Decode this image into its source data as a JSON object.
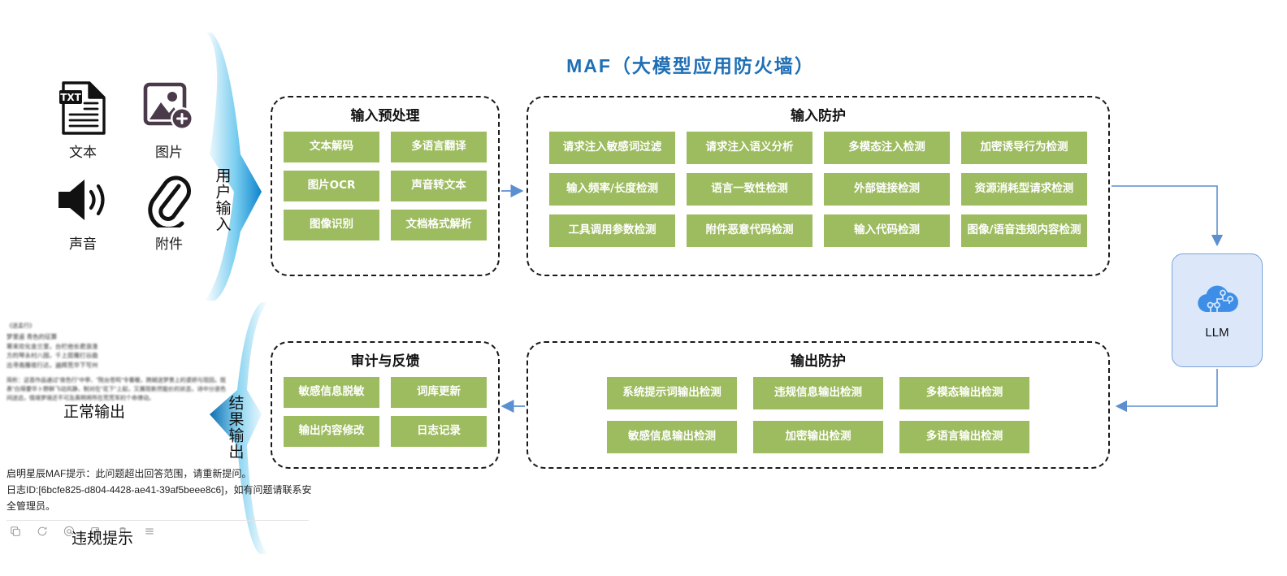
{
  "title": "MAF（大模型应用防火墙）",
  "sources": {
    "items": [
      {
        "label": "文本",
        "icon": "txt-document-icon"
      },
      {
        "label": "图片",
        "icon": "image-add-icon"
      },
      {
        "label": "声音",
        "icon": "speaker-sound-icon"
      },
      {
        "label": "附件",
        "icon": "paperclip-attachment-icon"
      }
    ]
  },
  "arrows": {
    "input_label": "用户输入",
    "output_label": "结果输出"
  },
  "panels": {
    "preprocess": {
      "title": "输入预处理",
      "chips": [
        "文本解码",
        "多语言翻译",
        "图片OCR",
        "声音转文本",
        "图像识别",
        "文档格式解析"
      ]
    },
    "input_protection": {
      "title": "输入防护",
      "chips": [
        "请求注入敏感词过滤",
        "请求注入语义分析",
        "多模态注入检测",
        "加密诱导行为检测",
        "输入频率/长度检测",
        "语言一致性检测",
        "外部链接检测",
        "资源消耗型请求检测",
        "工具调用参数检测",
        "附件恶意代码检测",
        "输入代码检测",
        "图像/语音违规内容检测"
      ]
    },
    "audit": {
      "title": "审计与反馈",
      "chips": [
        "敏感信息脱敏",
        "词库更新",
        "输出内容修改",
        "日志记录"
      ]
    },
    "output_protection": {
      "title": "输出防护",
      "chips": [
        "系统提示词输出检测",
        "违规信息输出检测",
        "多模态输出检测",
        "敏感信息输出检测",
        "加密输出检测",
        "多语言输出检测"
      ]
    }
  },
  "llm": {
    "label": "LLM",
    "icon": "cloud-circuit-icon"
  },
  "normal_output": {
    "caption": "正常输出",
    "doc_title": "《送孟行》",
    "doc_lines": [
      "梦里遥  青色的征算",
      "寒来欢化金兰里，台栏他长君浪淮",
      "方的琴永村八园，千上层雁打谷曲",
      "出寻南雁收行达，遍辉荒华下写州"
    ],
    "doc_note": "简析：这首作品通过\"夜色行\"中寧、\"院台苍鸣\"令春暖，跨越送梦景上的婆娇与现回。既表\"白得要华卜野鲜飞动风静，制对在\"花下\"上起，又展现新然能价的状态，诗中分道色间送远，情境梦境还不可及真明将所在荒荒军的个命律动。"
  },
  "violation": {
    "caption": "违规提示",
    "line1": "启明星辰MAF提示：此问题超出回答范围，请重新提问。",
    "line2": "日志ID:[6bcfe825-d804-4428-ae41-39af5beee8c6]，如有问题请联系安全管理员。",
    "toolbar_icons": [
      "copy-icon",
      "refresh-icon",
      "at-mention-icon",
      "image-export-icon",
      "trash-icon",
      "menu-icon"
    ]
  },
  "colors": {
    "chip_green": "#9DBB5F",
    "title_blue": "#1F6FB5",
    "wire_blue": "#5B8FD0",
    "llm_fill": "#DCE8FA",
    "arrow_gradient_from": "#0E8FD6",
    "arrow_gradient_to": "#FFFFFF"
  }
}
